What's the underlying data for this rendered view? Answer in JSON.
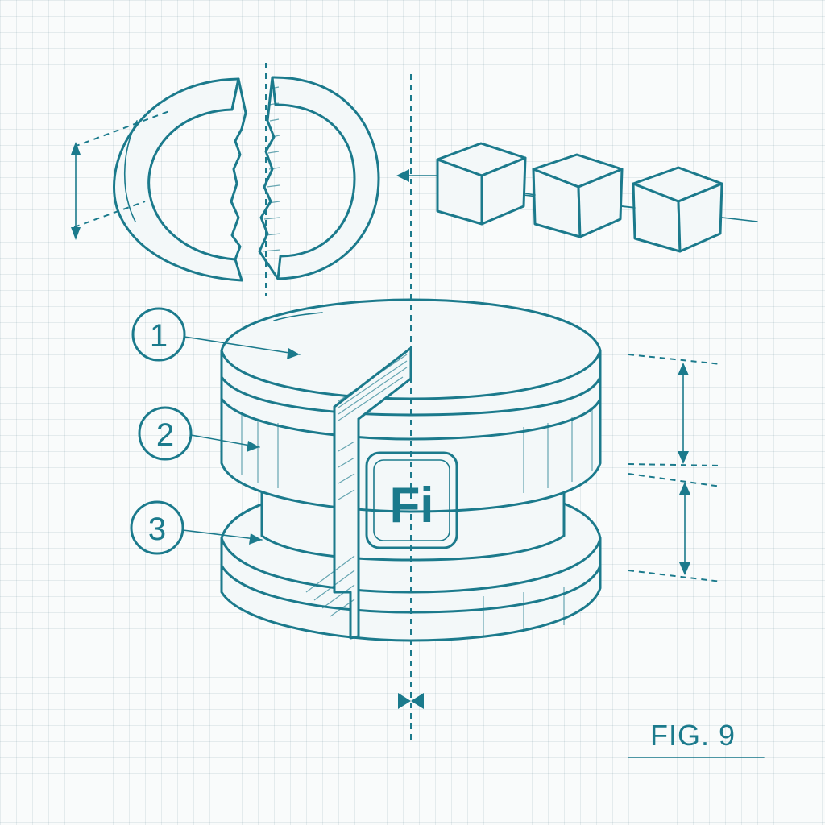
{
  "callouts": [
    "1",
    "2",
    "3"
  ],
  "logo": {
    "text": "Fi"
  },
  "figure_label": "FIG. 9",
  "colors": {
    "ink": "#1b7a8c",
    "paper": "#f9fbfb",
    "grid": "#c9d7da"
  }
}
